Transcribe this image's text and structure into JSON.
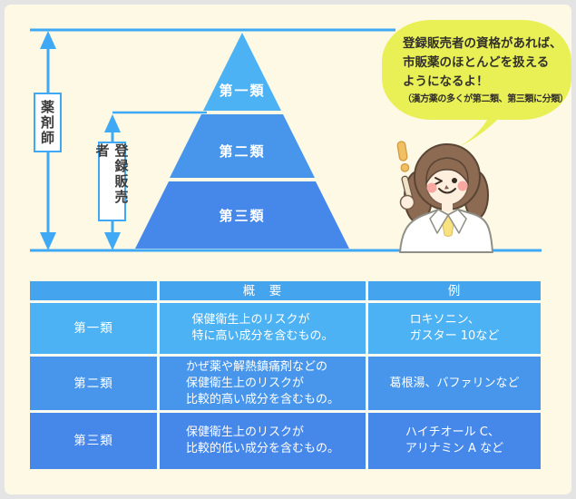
{
  "colors": {
    "background_cream": "#fdf9e4",
    "frame_gray": "#e4e4e4",
    "accent_blue": "#3fa9f5",
    "tier1_blue": "#4cb2f3",
    "tier2_blue": "#4796eb",
    "tier3_blue": "#4687ea",
    "table_header_blue": "#45a4ee",
    "bubble_yellow": "#e9f056"
  },
  "diagram": {
    "pharmacist_label": "薬剤師",
    "registered_seller_label": "登録販売者",
    "pyramid_tiers": [
      {
        "label": "第一類"
      },
      {
        "label": "第二類"
      },
      {
        "label": "第三類"
      }
    ],
    "speech_bubble": {
      "line1": "登録販売者の資格があれば、",
      "line2": "市販薬のほとんどを扱える",
      "line3": "ようになるよ！",
      "note": "（漢方薬の多くが第二類、第三類に分類）"
    }
  },
  "table": {
    "headers": {
      "category": "",
      "overview": "概　要",
      "example": "例"
    },
    "rows": [
      {
        "category": "第一類",
        "overview": "保健衛生上のリスクが\n特に高い成分を含むもの。",
        "example": "ロキソニン、\nガスター 10など"
      },
      {
        "category": "第二類",
        "overview": "かぜ薬や解熱鎮痛剤などの\n保健衛生上のリスクが\n比較的高い成分を含むもの。",
        "example": "葛根湯、バファリンなど"
      },
      {
        "category": "第三類",
        "overview": "保健衛生上のリスクが\n比較的低い成分を含むもの。",
        "example": "ハイチオール C、\nアリナミン A など"
      }
    ]
  }
}
